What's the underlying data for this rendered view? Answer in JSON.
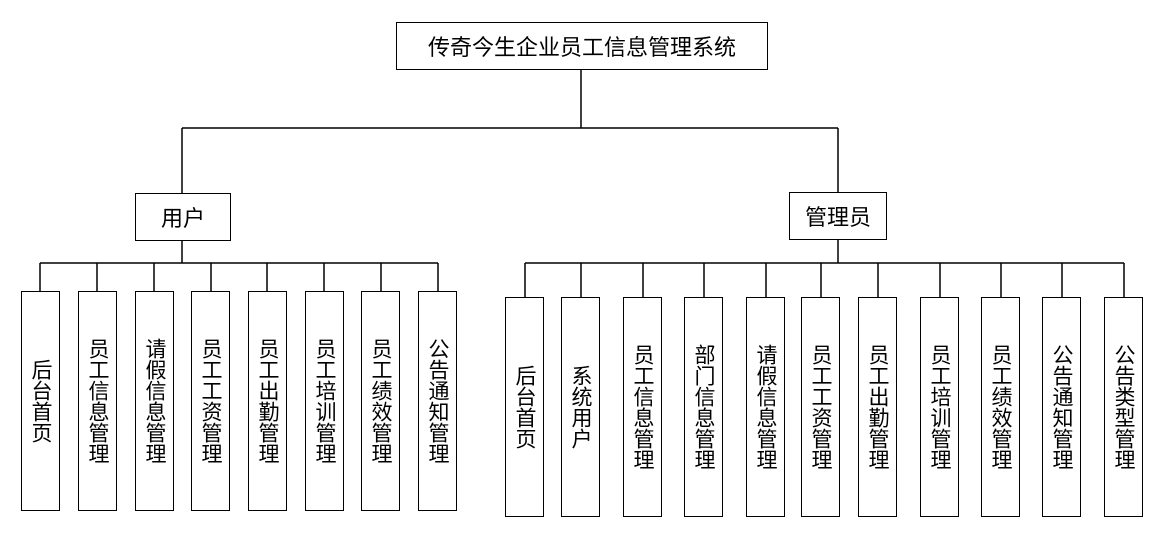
{
  "root": {
    "label": "传奇今生企业员工信息管理系统"
  },
  "user": {
    "label": "用户",
    "children": [
      "后台首页",
      "员工信息管理",
      "请假信息管理",
      "员工工资管理",
      "员工出勤管理",
      "员工培训管理",
      "员工绩效管理",
      "公告通知管理"
    ]
  },
  "admin": {
    "label": "管理员",
    "children": [
      "后台首页",
      "系统用户",
      "员工信息管理",
      "部门信息管理",
      "请假信息管理",
      "员工工资管理",
      "员工出勤管理",
      "员工培训管理",
      "员工绩效管理",
      "公告通知管理",
      "公告类型管理"
    ]
  }
}
